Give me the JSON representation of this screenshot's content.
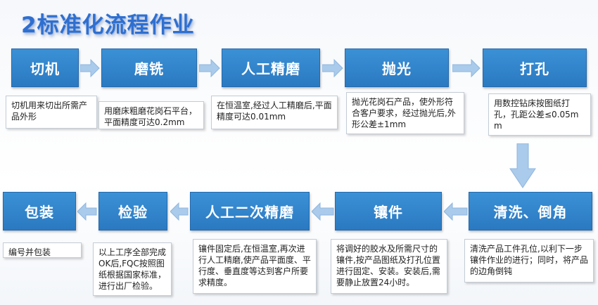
{
  "title": "2标准化流程作业",
  "colors": {
    "step_fill": "#2f84cc",
    "arrow": "#aacbeb",
    "title": "#2f6fd0"
  },
  "steps": [
    {
      "label": "切机",
      "desc": "切机用来切出所需产品外形"
    },
    {
      "label": "磨铣",
      "desc": "用磨床粗磨花岗石平台，平面精度可达0.2mm"
    },
    {
      "label": "人工精磨",
      "desc": "在恒温室,经过人工精磨后,平面精度可达0.01mm"
    },
    {
      "label": "抛光",
      "desc": "抛光花岗石产品，使外形符合客户要求，经过抛光后,外形公差±1mm"
    },
    {
      "label": "打孔",
      "desc": "用数控钻床按图纸打孔，孔距公差≤0.05mm"
    },
    {
      "label": "清洗、倒角",
      "desc": "清洗产品工件孔位,以利下一步镶件作业的进行；同时，将产品的边角倒钝"
    },
    {
      "label": "镶件",
      "desc": "将调好的胶水及所需尺寸的镶件,按产品图纸及打孔位置进行固定、安装。安装后,需要静止放置24小时。"
    },
    {
      "label": "人工二次精磨",
      "desc": "镶件固定后,在恒温室,再次进行人工精磨,使产品平面度、平行度、垂直度等达到客户所要求精度。"
    },
    {
      "label": "检验",
      "desc": "以上工序全部完成OK后,FQC按照图纸根据国家标准，进行出厂检验。"
    },
    {
      "label": "包装",
      "desc": "编号并包装"
    }
  ]
}
